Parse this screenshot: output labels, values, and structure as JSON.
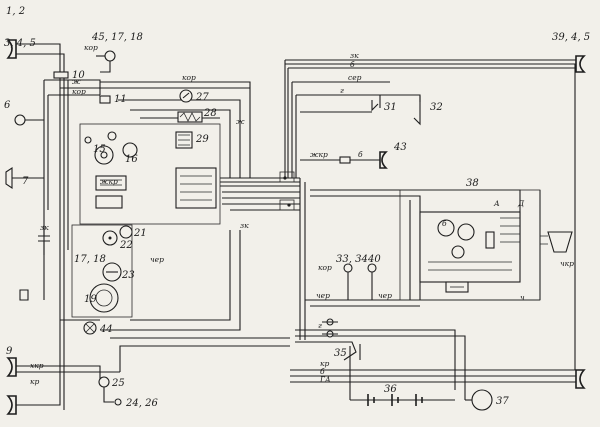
{
  "components": [
    {
      "id": "c1",
      "label": "1, 2"
    },
    {
      "id": "c3",
      "label": "3, 4, 5"
    },
    {
      "id": "c45",
      "label": "45, 17, 18"
    },
    {
      "id": "c10",
      "label": "10"
    },
    {
      "id": "c11",
      "label": "11"
    },
    {
      "id": "c27",
      "label": "27"
    },
    {
      "id": "c28",
      "label": "28"
    },
    {
      "id": "c29",
      "label": "29"
    },
    {
      "id": "c6",
      "label": "6"
    },
    {
      "id": "c7",
      "label": "7"
    },
    {
      "id": "c15",
      "label": "15"
    },
    {
      "id": "c16",
      "label": "16"
    },
    {
      "id": "c21",
      "label": "21"
    },
    {
      "id": "c22",
      "label": "22"
    },
    {
      "id": "c23",
      "label": "23"
    },
    {
      "id": "c19",
      "label": "19"
    },
    {
      "id": "c17",
      "label": "17, 18"
    },
    {
      "id": "c44",
      "label": "44"
    },
    {
      "id": "c9",
      "label": "9"
    },
    {
      "id": "c25",
      "label": "25"
    },
    {
      "id": "c24",
      "label": "24, 26"
    },
    {
      "id": "c31",
      "label": "31"
    },
    {
      "id": "c32",
      "label": "32"
    },
    {
      "id": "c43",
      "label": "43"
    },
    {
      "id": "c33",
      "label": "33, 34"
    },
    {
      "id": "c40",
      "label": "40"
    },
    {
      "id": "c38",
      "label": "38"
    },
    {
      "id": "c39",
      "label": "39, 4, 5"
    },
    {
      "id": "c35",
      "label": "35"
    },
    {
      "id": "c36",
      "label": "36"
    },
    {
      "id": "c37",
      "label": "37"
    }
  ],
  "wire_labels": {
    "kor": "кор",
    "kor2": "кор",
    "kor3": "кор",
    "kor4": "кор",
    "zh": "ж",
    "zh2": "ж",
    "zk": "зк",
    "zk2": "зк",
    "zk3": "зк",
    "b": "б",
    "b2": "б",
    "b3": "б",
    "b4": "б",
    "g": "г",
    "g2": "г",
    "sr": "сер",
    "chr": "чер",
    "chr2": "чер",
    "chr3": "чер",
    "kr": "кр",
    "kr2": "кр",
    "zhk": "жкр",
    "zhk2": "жкр",
    "hkr": "хкр",
    "ch": "ч",
    "a": "А",
    "d": "Д",
    "ga": "ГА",
    "chkr": "чкр"
  }
}
